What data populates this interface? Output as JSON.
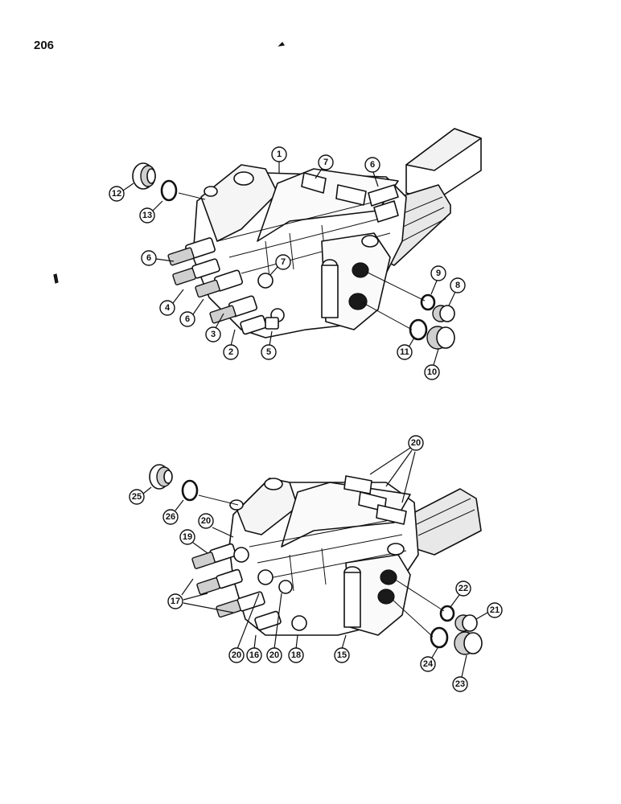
{
  "page_number": "206",
  "upper_assembly": {
    "callouts": [
      "1",
      "2",
      "3",
      "4",
      "5",
      "6",
      "6",
      "6",
      "7",
      "7",
      "8",
      "9",
      "10",
      "11",
      "12",
      "13"
    ]
  },
  "lower_assembly": {
    "callouts": [
      "15",
      "16",
      "17",
      "18",
      "19",
      "20",
      "20",
      "20",
      "20",
      "21",
      "22",
      "23",
      "24",
      "25",
      "26"
    ]
  }
}
